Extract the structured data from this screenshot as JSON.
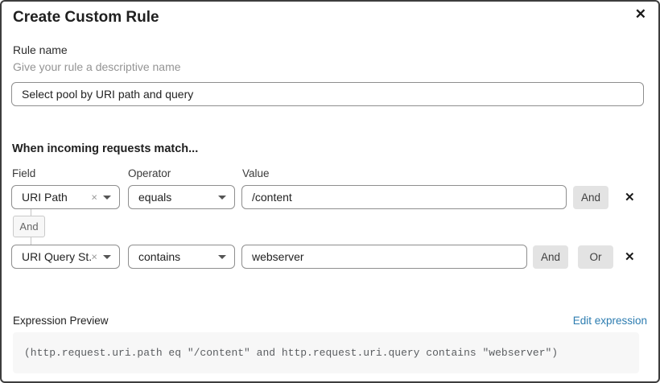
{
  "dialog": {
    "title": "Create Custom Rule",
    "close_icon": "✕"
  },
  "rule_name": {
    "label": "Rule name",
    "helper": "Give your rule a descriptive name",
    "value": "Select pool by URI path and query"
  },
  "match_section": {
    "heading": "When incoming requests match...",
    "columns": {
      "field": "Field",
      "operator": "Operator",
      "value": "Value"
    },
    "connector_label": "And",
    "rows": [
      {
        "field": "URI Path",
        "operator": "equals",
        "value": "/content",
        "and_label": "And",
        "remove_icon": "✕",
        "clear_icon": "×"
      },
      {
        "field": "URI Query St...",
        "operator": "contains",
        "value": "webserver",
        "and_label": "And",
        "or_label": "Or",
        "remove_icon": "✕",
        "clear_icon": "×"
      }
    ]
  },
  "expression_preview": {
    "label": "Expression Preview",
    "edit_link": "Edit expression",
    "expression": "(http.request.uri.path eq \"/content\" and http.request.uri.query contains \"webserver\")"
  },
  "colors": {
    "link_blue": "#2c7cb0",
    "button_gray": "#e3e3e3",
    "code_bg": "#f7f7f7",
    "border_dark": "#3d3d3d"
  }
}
